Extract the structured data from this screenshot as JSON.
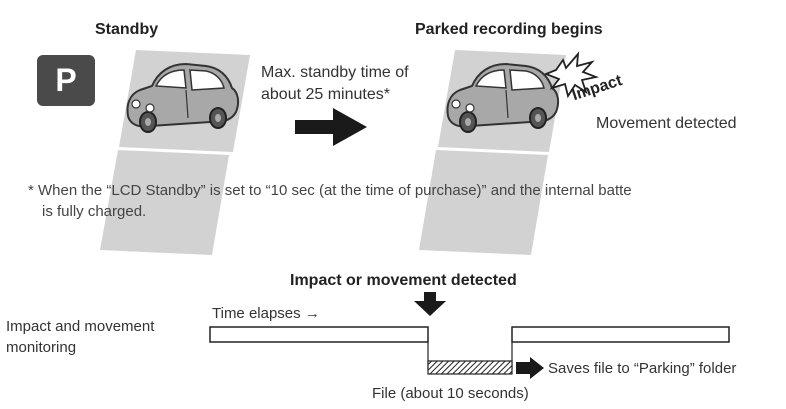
{
  "standby": {
    "heading": "Standby",
    "mode_badge": "P"
  },
  "parked": {
    "heading": "Parked recording begins",
    "impact_label": "Impact",
    "movement_label": "Movement detected"
  },
  "transition": {
    "line1": "Max. standby time of",
    "line2": "about 25 minutes*"
  },
  "footnote": {
    "line1": "* When the “LCD Standby” is set to “10 sec (at the time of purchase)” and the internal batte",
    "line2": "is fully charged."
  },
  "timeline": {
    "detect_heading": "Impact or movement detected",
    "row_label_line1": "Impact and movement",
    "row_label_line2": "monitoring",
    "time_elapses": "Time elapses →",
    "save_label": "Saves file to “Parking” folder",
    "file_label": "File (about 10 seconds)"
  },
  "colors": {
    "badge_bg": "#4a4a4a",
    "tile_gray": "#d2d2d2",
    "car_gray": "#a8a8a8",
    "arrow": "#1a1a1a"
  }
}
